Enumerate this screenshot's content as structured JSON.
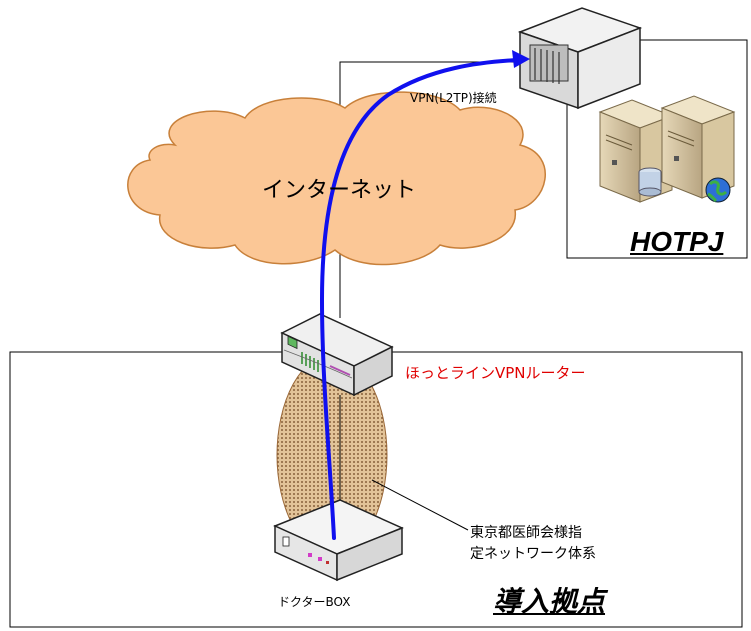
{
  "labels": {
    "vpn_connection": "VPN(L2TP)接続",
    "internet": "インターネット",
    "hotpj": "HOTPJ",
    "vpn_router": "ほっとラインVPNルーター",
    "network_line1": "東京都医師会様指",
    "network_line2": "定ネットワーク体系",
    "doctor_box": "ドクターBOX",
    "site": "導入拠点"
  },
  "colors": {
    "cloud_fill": "#fbc796",
    "cloud_stroke": "#c8803a",
    "vpn_line": "#1010ee",
    "router_label": "#e00000",
    "network_ellipse": "#9a6838"
  },
  "icons": {
    "vpn_server": "server-icon",
    "database_server": "database-server-icon",
    "web_server": "web-server-icon",
    "router": "router-icon",
    "doctor_box": "box-device-icon"
  }
}
